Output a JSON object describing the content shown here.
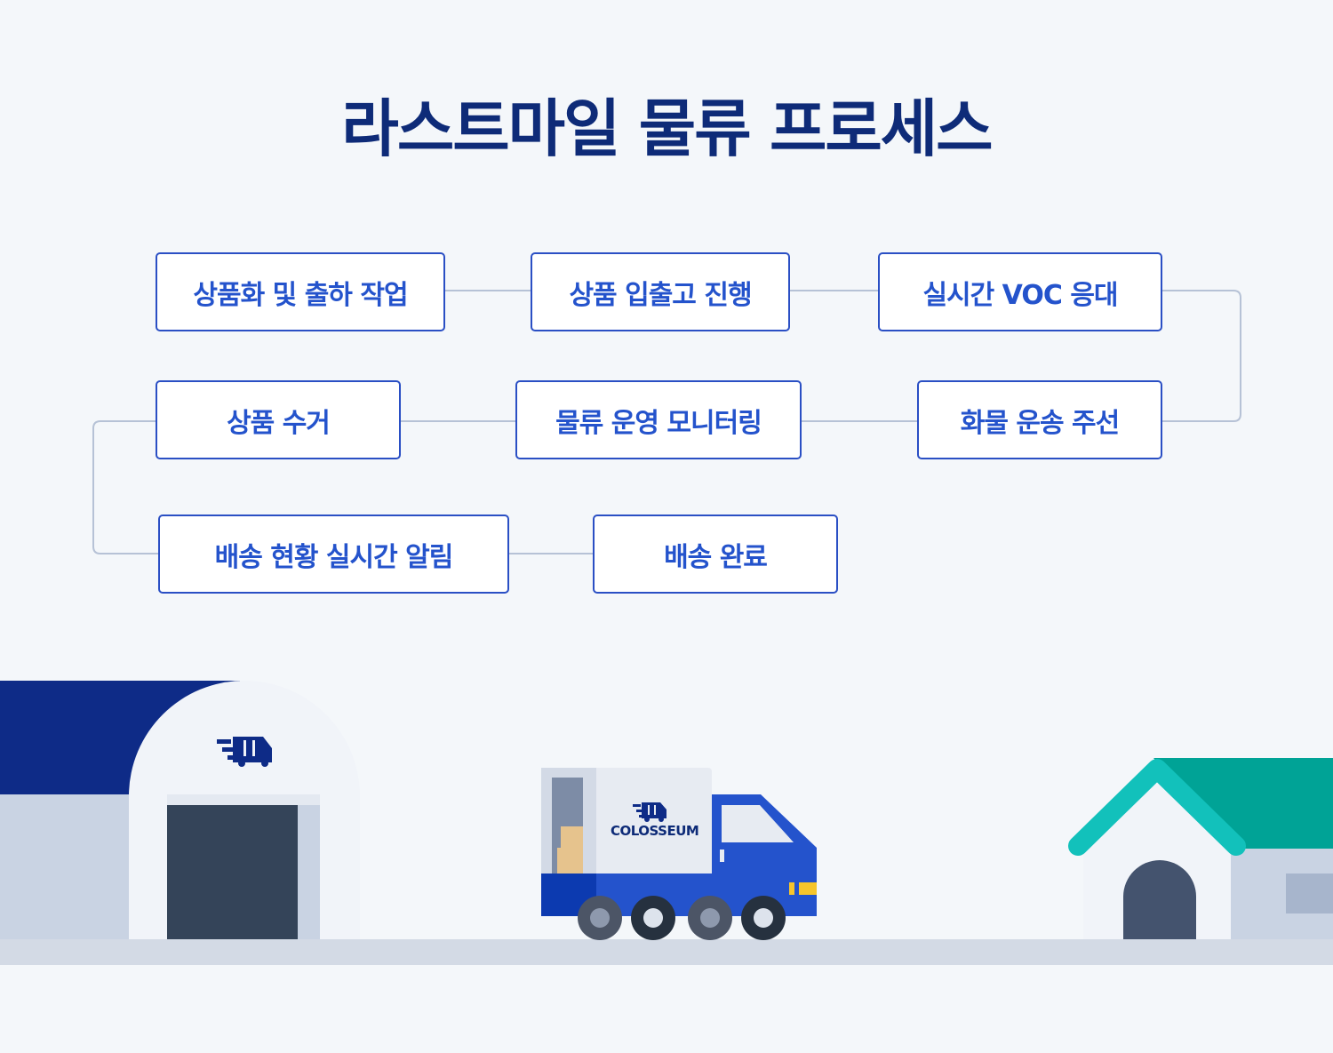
{
  "title": "라스트마일 물류 프로세스",
  "steps": [
    {
      "label": "상품화 및 출하 작업"
    },
    {
      "label": "상품 입출고 진행"
    },
    {
      "label": "실시간 VOC 응대"
    },
    {
      "label": "화물 운송 주선"
    },
    {
      "label": "물류 운영 모니터링"
    },
    {
      "label": "상품 수거"
    },
    {
      "label": "배송 현황 실시간 알림"
    },
    {
      "label": "배송 완료"
    }
  ],
  "truck": {
    "brand": "COLOSSEUM"
  },
  "colors": {
    "title": "#0e2b78",
    "box_border": "#2a4fc4",
    "box_text": "#2453cc",
    "connector": "#b6c2d6",
    "warehouse_roof": "#0e2b87",
    "truck_body": "#2453cc",
    "house_roof": "#00a396",
    "house_trim": "#12c1bb"
  }
}
